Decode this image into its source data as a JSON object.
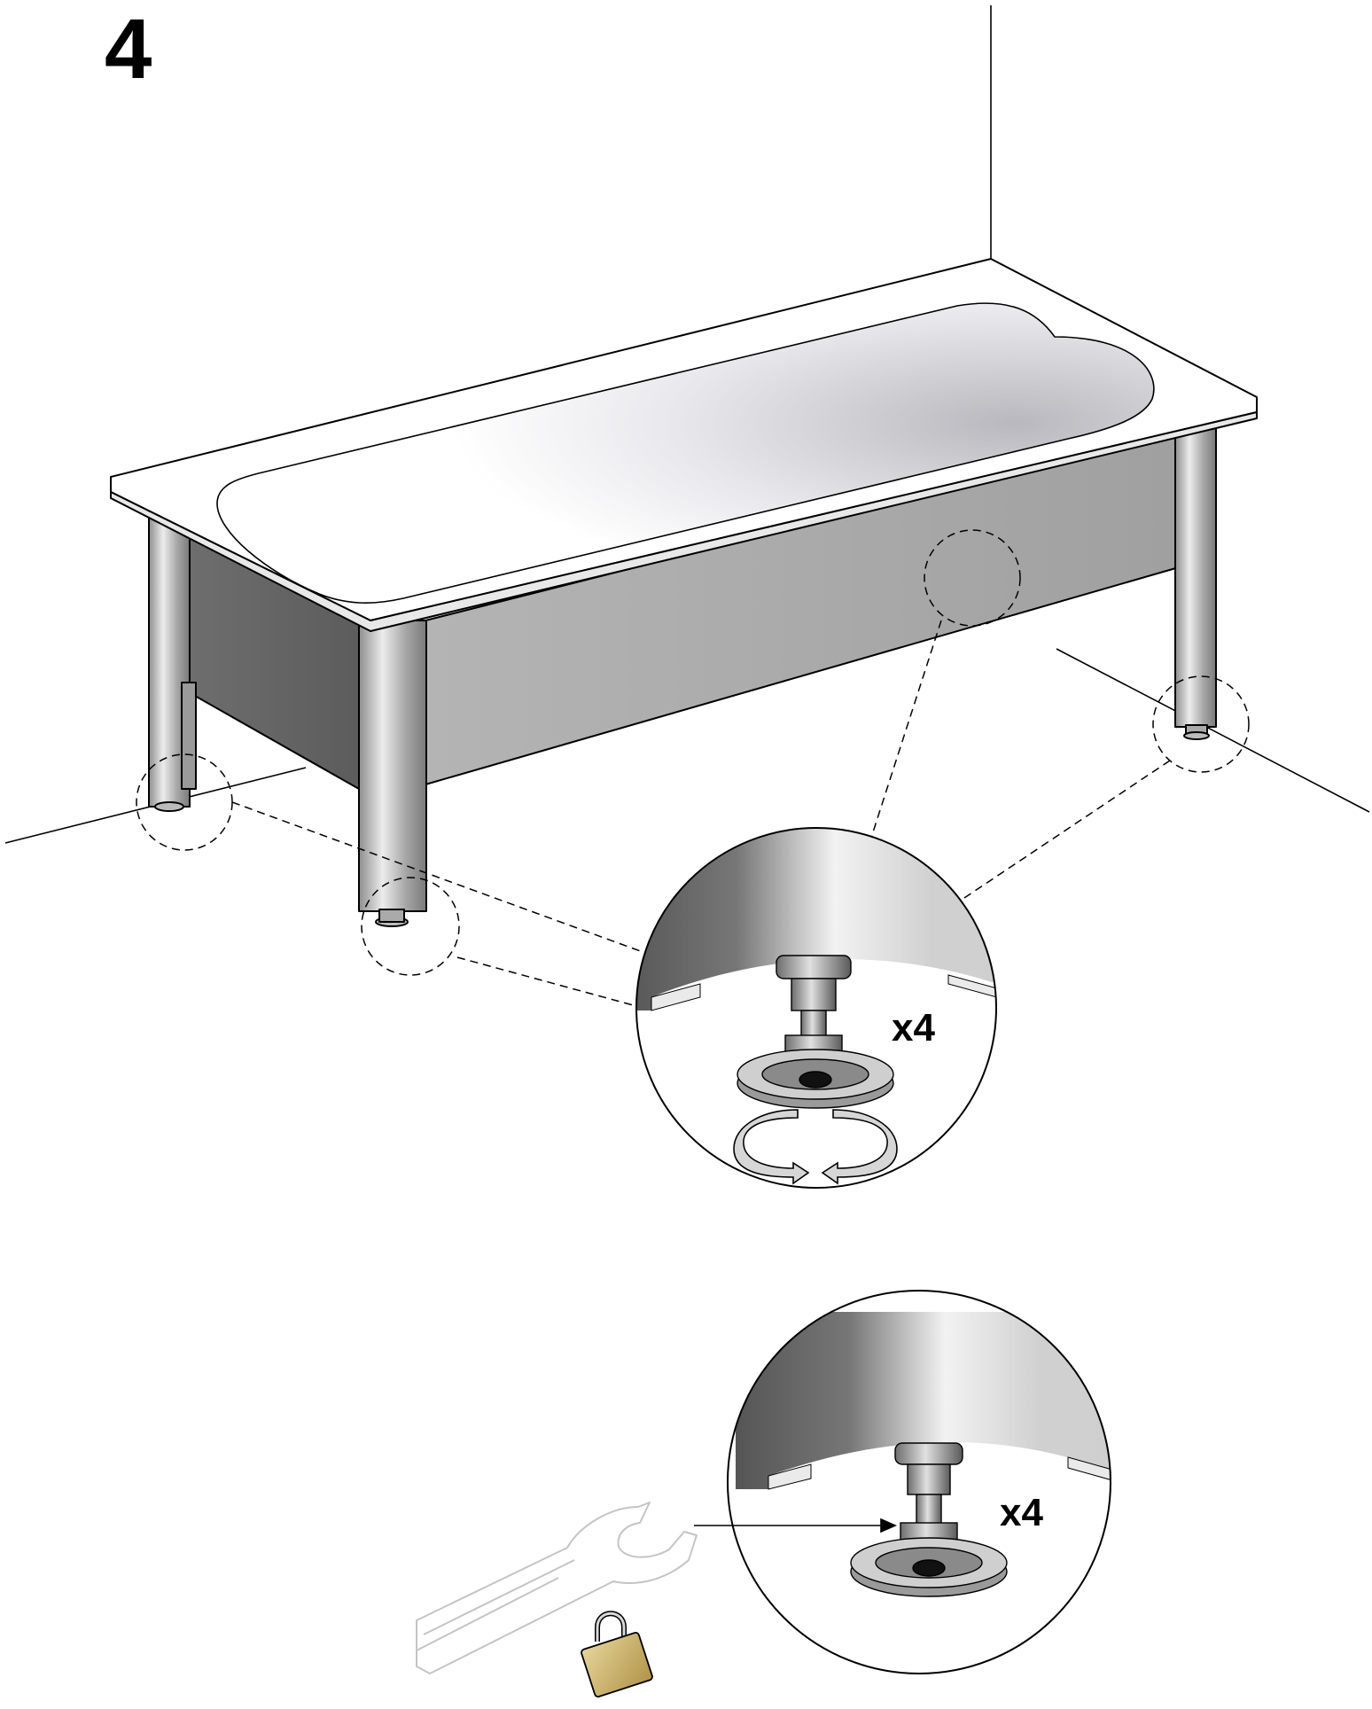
{
  "step": {
    "number": "4"
  },
  "detail_top": {
    "quantity": "x4"
  },
  "detail_bottom": {
    "quantity": "x4"
  },
  "icons": {
    "rotate": "rotate-arrows-icon",
    "wrench": "wrench-icon",
    "padlock": "padlock-icon"
  },
  "colors": {
    "line": "#000000",
    "panel": "#a8a8a8",
    "panel_dark": "#6e6e6e",
    "tub": "#ffffff",
    "padlock": "#c9b070"
  }
}
